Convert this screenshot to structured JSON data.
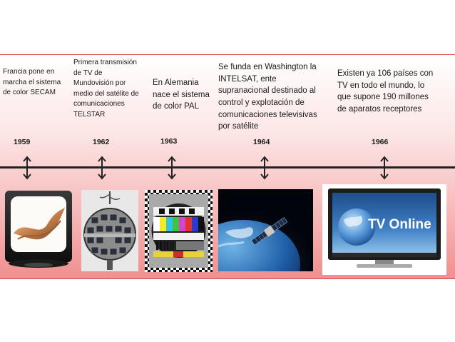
{
  "events": [
    {
      "year": "1959",
      "text": "Francia pone en marcha el sistema de color SECAM",
      "image": "crt-tv-icon"
    },
    {
      "year": "1962",
      "text": "Primera transmisión de TV de Mundovisión por medio del satélite de comunicaciones TELSTAR",
      "image": "telstar-satellite-icon"
    },
    {
      "year": "1963",
      "text": "En Alemania nace el sistema de color PAL",
      "image": "test-pattern-icon"
    },
    {
      "year": "1964",
      "text": "Se funda en Washington la INTELSAT, ente supranacional destinado al control y explotación de comunicaciones televisivas por satélite",
      "image": "earth-satellite-icon"
    },
    {
      "year": "1966",
      "text": "Existen ya 106 países con TV en todo el mundo, lo que supone 190 millones de aparatos receptores",
      "image": "flat-tv-icon"
    }
  ],
  "tv_online_label": "TV Online",
  "colors": {
    "band_top": "#ffffff",
    "band_bottom": "#f08f8f",
    "border": "#d04848",
    "axis": "#222222"
  }
}
